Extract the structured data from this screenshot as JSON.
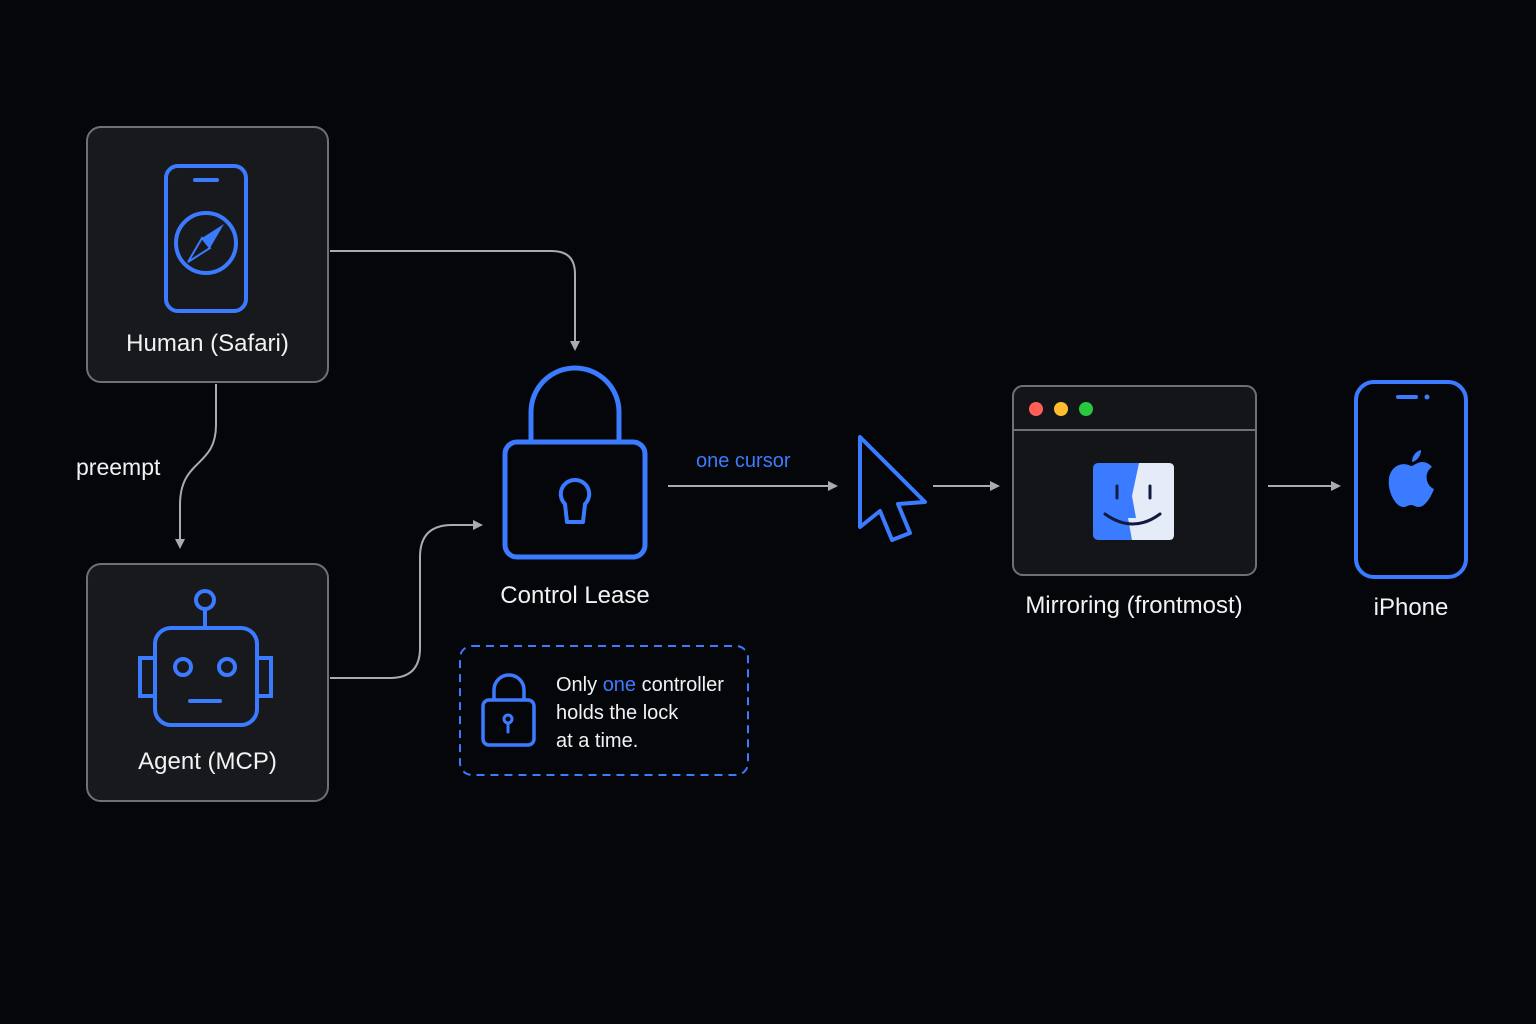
{
  "nodes": {
    "human": {
      "label": "Human (Safari)",
      "icon": "safari-phone-icon"
    },
    "agent": {
      "label": "Agent (MCP)",
      "icon": "robot-icon"
    },
    "lease": {
      "label": "Control Lease",
      "icon": "padlock-icon"
    },
    "cursor": {
      "icon": "cursor-icon"
    },
    "mirroring": {
      "label": "Mirroring (frontmost)",
      "icon": "finder-window-icon"
    },
    "iphone": {
      "label": "iPhone",
      "icon": "apple-iphone-icon"
    }
  },
  "edges": {
    "human_to_agent": {
      "label": "preempt"
    },
    "lease_to_cursor": {
      "label": "one cursor"
    }
  },
  "note": {
    "icon": "small-lock-icon",
    "line1_before": "Only ",
    "line1_accent": "one",
    "line1_after": " controller",
    "line2": "holds the lock",
    "line3": "at a time."
  },
  "colors": {
    "background": "#05060a",
    "accent": "#3b7bff",
    "box_fill": "#18191d",
    "box_stroke": "#6e7078",
    "arrow": "#a9abb2",
    "traffic_red": "#ff5f57",
    "traffic_yellow": "#febc2e",
    "traffic_green": "#28c840"
  }
}
